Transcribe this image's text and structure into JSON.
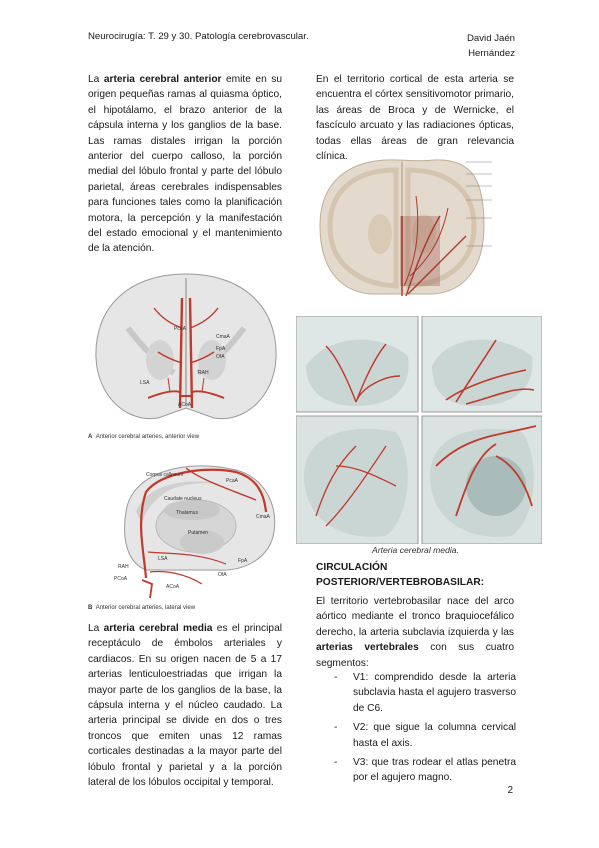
{
  "header": {
    "left": "Neurocirugía: T. 29 y 30. Patología cerebrovascular.",
    "right_line1": "David Jaén",
    "right_line2": "Hernández"
  },
  "aca_paragraph": {
    "intro": "La ",
    "term": "arteria cerebral anterior",
    "text": " emite en su origen pequeñas ramas al quiasma óptico, el hipotálamo, el brazo anterior de la cápsula interna y los ganglios de la base. Las ramas distales irrigan la porción anterior del cuerpo calloso, la porción medial del lóbulo frontal y parte del lóbulo parietal, áreas cerebrales indispensables para funciones tales como la planificación motora, la percepción y la manifestación del estado emocional y el mantenimiento de la atención."
  },
  "mca_paragraph": {
    "intro": "La ",
    "term": "arteria cerebral media",
    "text": " es el principal receptáculo de émbolos arteriales y cardiacos. En su origen nacen de 5 a 17 arterias lenticuloestriadas que irrigan la mayor parte de los ganglios de la base, la cápsula interna y el núcleo caudado. La arteria principal se divide en dos o tres troncos que emiten unas 12 ramas corticales destinadas a la mayor parte del lóbulo frontal y parietal y a la porción lateral de los lóbulos occipital y temporal."
  },
  "cortical_paragraph": "En el territorio cortical de esta arteria se encuentra el córtex sensitivomotor primario, las áreas de Broca y de Wernicke, el fascículo arcuato y las radiaciones ópticas, todas ellas áreas de gran relevancia clínica.",
  "figure_a": {
    "caption_letter": "A",
    "caption": "Anterior cerebral arteries, anterior view",
    "labels": [
      "PcaA",
      "CmaA",
      "FpA",
      "OfA",
      "LSA",
      "RAH",
      "ACoA"
    ]
  },
  "figure_b": {
    "caption_letter": "B",
    "caption": "Anterior cerebral arteries, lateral view",
    "labels": [
      "Corpus callosum",
      "Caudate nucleus",
      "Thalamus",
      "Putamen",
      "PcaA",
      "CmaA",
      "FpA",
      "OfA",
      "LSA",
      "RAH",
      "ACoA",
      "PCoA"
    ]
  },
  "mca_figure_caption": "Arteria cerebral media.",
  "posterior": {
    "heading_line1": "CIRCULACIÓN",
    "heading_line2": "POSTERIOR/VERTEBROBASILAR:",
    "intro": "El territorio vertebrobasilar nace del arco aórtico mediante el tronco braquiocefálico derecho, la arteria subclavia izquierda y las ",
    "term": "arterias vertebrales",
    "after": " con sus cuatro segmentos:",
    "segments": [
      "V1: comprendido desde la arteria subclavia hasta el agujero trasverso de C6.",
      "V2: que sigue la columna cervical hasta el axis.",
      "V3: que tras rodear el atlas penetra por el agujero magno."
    ]
  },
  "page_number": "2",
  "colors": {
    "artery": "#c0392b",
    "tissue": "#d9d9d9",
    "text": "#1a1a1a"
  }
}
